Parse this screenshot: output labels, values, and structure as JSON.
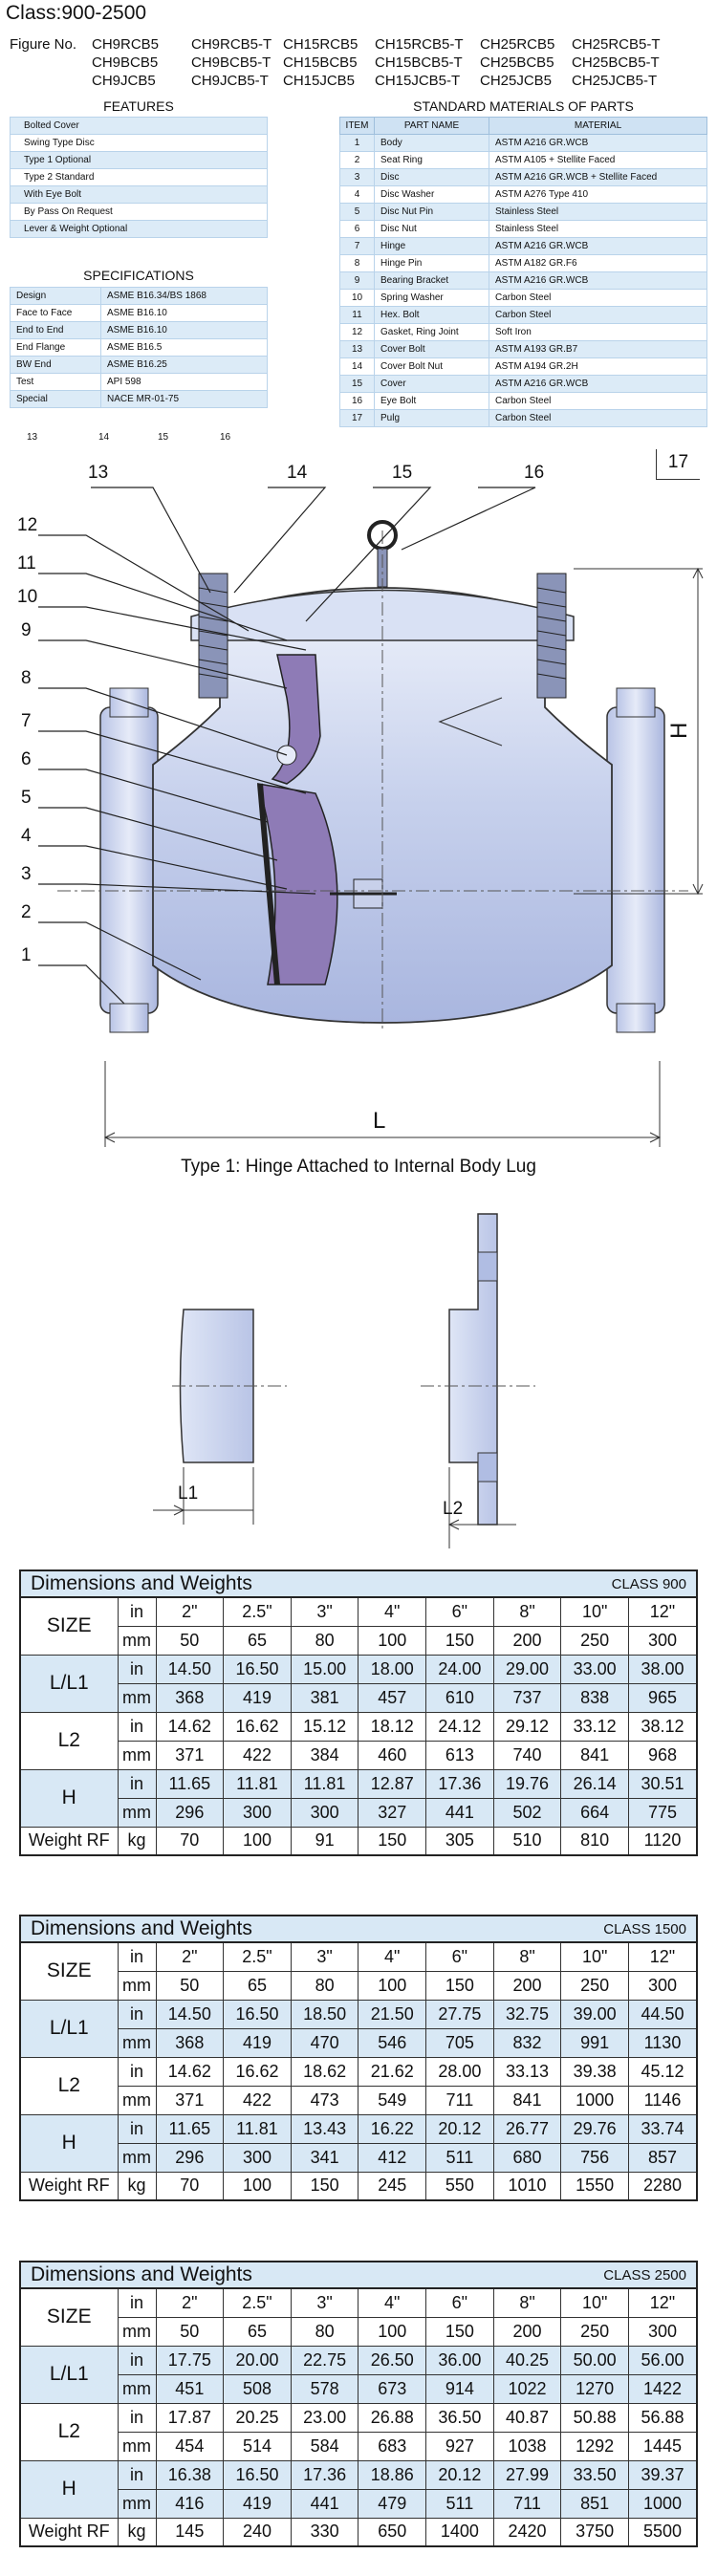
{
  "class_title": "Class:900-2500",
  "figure_label": "Figure No.",
  "figure_numbers": [
    [
      "CH9RCB5",
      "CH9RCB5-T",
      "CH15RCB5",
      "CH15RCB5-T",
      "CH25RCB5",
      "CH25RCB5-T"
    ],
    [
      "CH9BCB5",
      "CH9BCB5-T",
      "CH15BCB5",
      "CH15BCB5-T",
      "CH25BCB5",
      "CH25BCB5-T"
    ],
    [
      "CH9JCB5",
      "CH9JCB5-T",
      "CH15JCB5",
      "CH15JCB5-T",
      "CH25JCB5",
      "CH25JCB5-T"
    ]
  ],
  "features": {
    "title": "FEATURES",
    "items": [
      "Bolted Cover",
      "Swing Type Disc",
      "Type 1 Optional",
      "Type 2 Standard",
      "With Eye Bolt",
      "By Pass On Request",
      "Lever & Weight Optional"
    ]
  },
  "specifications": {
    "title": "SPECIFICATIONS",
    "rows": [
      [
        "Design",
        "ASME B16.34/BS 1868"
      ],
      [
        "Face to Face",
        "ASME B16.10"
      ],
      [
        "End to End",
        "ASME B16.10"
      ],
      [
        "End Flange",
        "ASME B16.5"
      ],
      [
        "BW End",
        "ASME B16.25"
      ],
      [
        "Test",
        "API 598"
      ],
      [
        "Special",
        "NACE MR-01-75"
      ]
    ]
  },
  "materials": {
    "title": "STANDARD MATERIALS OF PARTS",
    "headers": [
      "ITEM",
      "PART NAME",
      "MATERIAL"
    ],
    "rows": [
      [
        "1",
        "Body",
        "ASTM A216 GR.WCB"
      ],
      [
        "2",
        "Seat Ring",
        "ASTM A105 + Stellite Faced"
      ],
      [
        "3",
        "Disc",
        "ASTM A216 GR.WCB + Stellite Faced"
      ],
      [
        "4",
        "Disc Washer",
        "ASTM A276 Type 410"
      ],
      [
        "5",
        "Disc Nut Pin",
        "Stainless Steel"
      ],
      [
        "6",
        "Disc Nut",
        "Stainless Steel"
      ],
      [
        "7",
        "Hinge",
        "ASTM A216 GR.WCB"
      ],
      [
        "8",
        "Hinge Pin",
        "ASTM A182 GR.F6"
      ],
      [
        "9",
        "Bearing Bracket",
        "ASTM A216 GR.WCB"
      ],
      [
        "10",
        "Spring Washer",
        "Carbon Steel"
      ],
      [
        "11",
        "Hex. Bolt",
        "Carbon Steel"
      ],
      [
        "12",
        "Gasket, Ring Joint",
        "Soft Iron"
      ],
      [
        "13",
        "Cover Bolt",
        "ASTM A193 GR.B7"
      ],
      [
        "14",
        "Cover Bolt Nut",
        "ASTM A194 GR.2H"
      ],
      [
        "15",
        "Cover",
        "ASTM A216 GR.WCB"
      ],
      [
        "16",
        "Eye Bolt",
        "Carbon Steel"
      ],
      [
        "17",
        "Pulg",
        "Carbon Steel"
      ]
    ]
  },
  "extra_item_labels": [
    "13",
    "14",
    "15",
    "16",
    "17"
  ],
  "drawing": {
    "callouts": [
      "1",
      "2",
      "3",
      "4",
      "5",
      "6",
      "7",
      "8",
      "9",
      "10",
      "11",
      "12",
      "13",
      "14",
      "15",
      "16"
    ],
    "dim_h": "H",
    "dim_l": "L",
    "caption": "Type 1: Hinge Attached to Internal Body Lug",
    "dim_l1": "L1",
    "dim_l2": "L2"
  },
  "dim_tables": [
    {
      "title": "Dimensions and Weights",
      "class_label": "CLASS 900",
      "size": {
        "label": "SIZE",
        "in": [
          "2\"",
          "2.5\"",
          "3\"",
          "4\"",
          "6\"",
          "8\"",
          "10\"",
          "12\""
        ],
        "mm": [
          "50",
          "65",
          "80",
          "100",
          "150",
          "200",
          "250",
          "300"
        ]
      },
      "l_l1": {
        "label": "L/L1",
        "in": [
          "14.50",
          "16.50",
          "15.00",
          "18.00",
          "24.00",
          "29.00",
          "33.00",
          "38.00"
        ],
        "mm": [
          "368",
          "419",
          "381",
          "457",
          "610",
          "737",
          "838",
          "965"
        ]
      },
      "l2": {
        "label": "L2",
        "in": [
          "14.62",
          "16.62",
          "15.12",
          "18.12",
          "24.12",
          "29.12",
          "33.12",
          "38.12"
        ],
        "mm": [
          "371",
          "422",
          "384",
          "460",
          "613",
          "740",
          "841",
          "968"
        ]
      },
      "h": {
        "label": "H",
        "in": [
          "11.65",
          "11.81",
          "11.81",
          "12.87",
          "17.36",
          "19.76",
          "26.14",
          "30.51"
        ],
        "mm": [
          "296",
          "300",
          "300",
          "327",
          "441",
          "502",
          "664",
          "775"
        ]
      },
      "weight": {
        "label": "Weight RF",
        "unit": "kg",
        "values": [
          "70",
          "100",
          "91",
          "150",
          "305",
          "510",
          "810",
          "1120"
        ]
      }
    },
    {
      "title": "Dimensions and Weights",
      "class_label": "CLASS 1500",
      "size": {
        "label": "SIZE",
        "in": [
          "2\"",
          "2.5\"",
          "3\"",
          "4\"",
          "6\"",
          "8\"",
          "10\"",
          "12\""
        ],
        "mm": [
          "50",
          "65",
          "80",
          "100",
          "150",
          "200",
          "250",
          "300"
        ]
      },
      "l_l1": {
        "label": "L/L1",
        "in": [
          "14.50",
          "16.50",
          "18.50",
          "21.50",
          "27.75",
          "32.75",
          "39.00",
          "44.50"
        ],
        "mm": [
          "368",
          "419",
          "470",
          "546",
          "705",
          "832",
          "991",
          "1130"
        ]
      },
      "l2": {
        "label": "L2",
        "in": [
          "14.62",
          "16.62",
          "18.62",
          "21.62",
          "28.00",
          "33.13",
          "39.38",
          "45.12"
        ],
        "mm": [
          "371",
          "422",
          "473",
          "549",
          "711",
          "841",
          "1000",
          "1146"
        ]
      },
      "h": {
        "label": "H",
        "in": [
          "11.65",
          "11.81",
          "13.43",
          "16.22",
          "20.12",
          "26.77",
          "29.76",
          "33.74"
        ],
        "mm": [
          "296",
          "300",
          "341",
          "412",
          "511",
          "680",
          "756",
          "857"
        ]
      },
      "weight": {
        "label": "Weight RF",
        "unit": "kg",
        "values": [
          "70",
          "100",
          "150",
          "245",
          "550",
          "1010",
          "1550",
          "2280"
        ]
      }
    },
    {
      "title": "Dimensions and Weights",
      "class_label": "CLASS 2500",
      "size": {
        "label": "SIZE",
        "in": [
          "2\"",
          "2.5\"",
          "3\"",
          "4\"",
          "6\"",
          "8\"",
          "10\"",
          "12\""
        ],
        "mm": [
          "50",
          "65",
          "80",
          "100",
          "150",
          "200",
          "250",
          "300"
        ]
      },
      "l_l1": {
        "label": "L/L1",
        "in": [
          "17.75",
          "20.00",
          "22.75",
          "26.50",
          "36.00",
          "40.25",
          "50.00",
          "56.00"
        ],
        "mm": [
          "451",
          "508",
          "578",
          "673",
          "914",
          "1022",
          "1270",
          "1422"
        ]
      },
      "l2": {
        "label": "L2",
        "in": [
          "17.87",
          "20.25",
          "23.00",
          "26.88",
          "36.50",
          "40.87",
          "50.88",
          "56.88"
        ],
        "mm": [
          "454",
          "514",
          "584",
          "683",
          "927",
          "1038",
          "1292",
          "1445"
        ]
      },
      "h": {
        "label": "H",
        "in": [
          "16.38",
          "16.50",
          "17.36",
          "18.86",
          "20.12",
          "27.99",
          "33.50",
          "39.37"
        ],
        "mm": [
          "416",
          "419",
          "441",
          "479",
          "511",
          "711",
          "851",
          "1000"
        ]
      },
      "weight": {
        "label": "Weight RF",
        "unit": "kg",
        "values": [
          "145",
          "240",
          "330",
          "650",
          "1400",
          "2420",
          "3750",
          "5500"
        ]
      }
    }
  ],
  "unit_labels": {
    "in": "in",
    "mm": "mm"
  }
}
